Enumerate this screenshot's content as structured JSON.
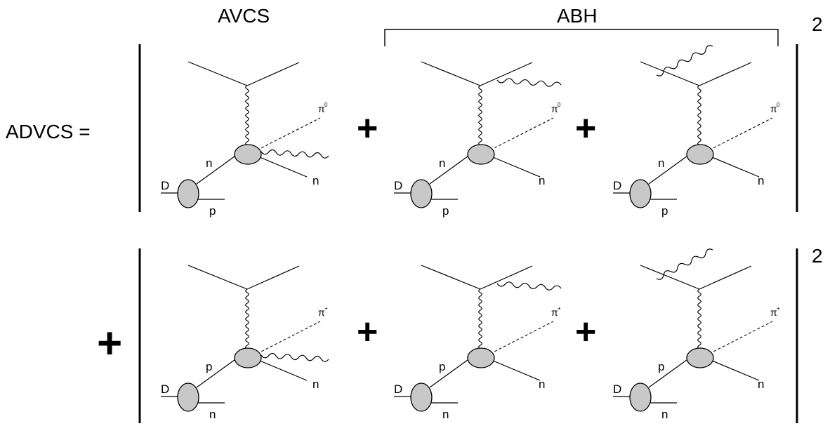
{
  "header": {
    "avcs_label": "AVCS",
    "abh_label": "ABH"
  },
  "equation": {
    "lhs_label": "ADVCS =",
    "plus": "+",
    "exponent": "2"
  },
  "rows": [
    {
      "pion_symbol": "π",
      "pion_charge": "0",
      "diagrams": [
        {
          "inner_nucleon": "n",
          "spectator": "p",
          "final_nucleon": "n",
          "deuteron": "D"
        },
        {
          "inner_nucleon": "n",
          "spectator": "p",
          "final_nucleon": "n",
          "deuteron": "D"
        },
        {
          "inner_nucleon": "n",
          "spectator": "p",
          "final_nucleon": "n",
          "deuteron": "D"
        }
      ]
    },
    {
      "pion_symbol": "π",
      "pion_charge": "+",
      "diagrams": [
        {
          "inner_nucleon": "p",
          "spectator": "n",
          "final_nucleon": "n",
          "deuteron": "D"
        },
        {
          "inner_nucleon": "p",
          "spectator": "n",
          "final_nucleon": "n",
          "deuteron": "D"
        },
        {
          "inner_nucleon": "p",
          "spectator": "n",
          "final_nucleon": "n",
          "deuteron": "D"
        }
      ]
    }
  ]
}
